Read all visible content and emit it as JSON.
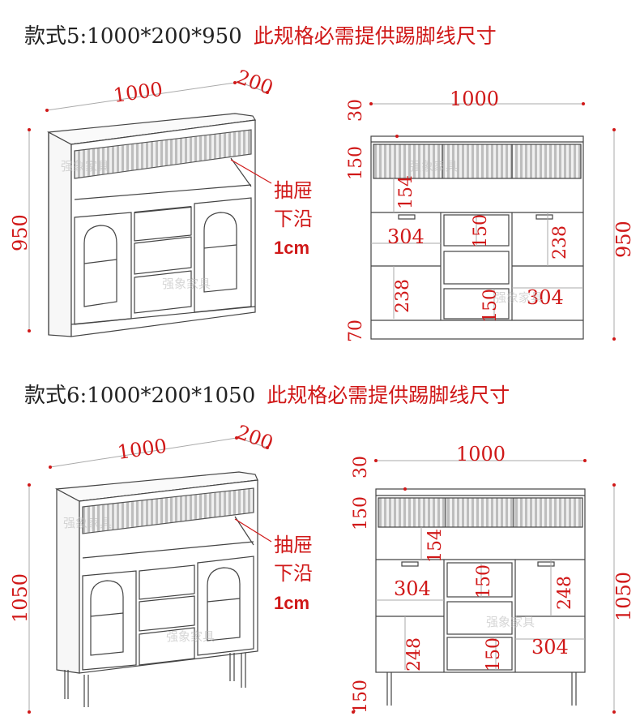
{
  "models": [
    {
      "title": "款式5:1000*200*950",
      "note": "此规格必需提供踢脚线尺寸",
      "perspective": {
        "width": "1000",
        "depth": "200",
        "height": "950",
        "drawer_label_1": "抽屉",
        "drawer_label_2": "下沿",
        "drawer_label_3": "1cm",
        "watermark_1": "强象家具",
        "watermark_2": "强象家具"
      },
      "front": {
        "width": "1000",
        "top": "30",
        "fluted": "150",
        "open_shelf": "154",
        "left_cell": "304",
        "mid_drawer_top": "150",
        "right_cell": "238",
        "left_lower": "238",
        "mid_drawer_bottom": "150",
        "right_lower": "304",
        "base": "70",
        "height": "950",
        "watermark_1": "强象家具",
        "watermark_2": "强象家具"
      }
    },
    {
      "title": "款式6:1000*200*1050",
      "note": "此规格必需提供踢脚线尺寸",
      "perspective": {
        "width": "1000",
        "depth": "200",
        "height": "1050",
        "drawer_label_1": "抽屉",
        "drawer_label_2": "下沿",
        "drawer_label_3": "1cm",
        "watermark_1": "强象家具",
        "watermark_2": "强象家具"
      },
      "front": {
        "width": "1000",
        "top": "30",
        "fluted": "150",
        "open_shelf": "154",
        "left_cell": "304",
        "mid_drawer_top": "150",
        "right_cell": "248",
        "left_lower": "248",
        "mid_drawer_bottom": "150",
        "right_lower": "304",
        "base": "150",
        "height": "1050",
        "watermark_1": "强象家具"
      }
    }
  ]
}
